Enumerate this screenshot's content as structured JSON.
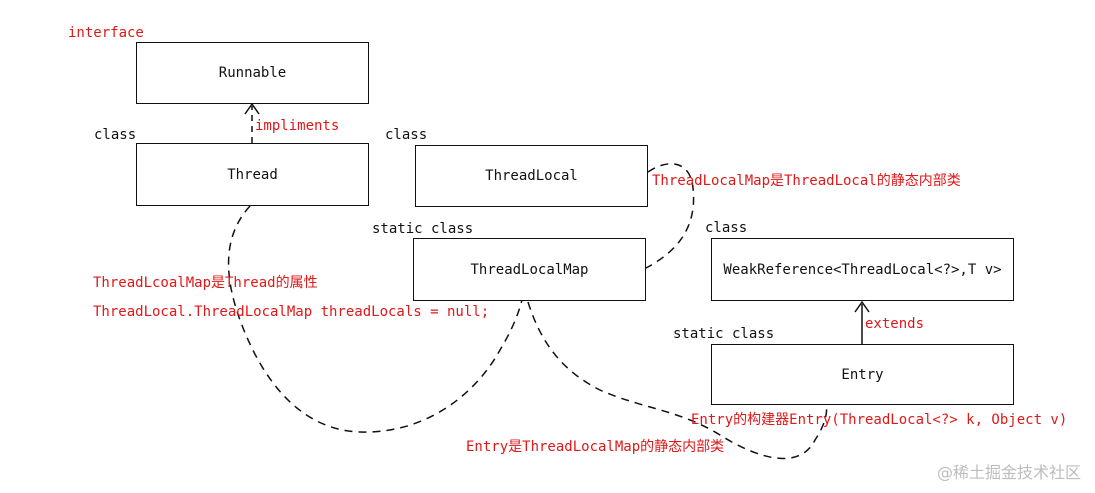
{
  "boxes": {
    "runnable": "Runnable",
    "thread": "Thread",
    "threadlocal": "ThreadLocal",
    "threadlocalmap": "ThreadLocalMap",
    "weakref": "WeakReference<ThreadLocal<?>,T v>",
    "entry": "Entry"
  },
  "stereotypes": {
    "runnable": "interface",
    "thread": "class",
    "threadlocal": "class",
    "threadlocalmap": "static class",
    "weakref": "class",
    "entry": "static class"
  },
  "relations": {
    "implements": "impliments",
    "extends": "extends"
  },
  "notes": {
    "map_inner_of_threadlocal": "ThreadLocalMap是ThreadLocal的静态内部类",
    "thread_attr": "ThreadLcoalMap是Thread的属性",
    "thread_attr_code": "ThreadLocal.ThreadLocalMap threadLocals = null;",
    "entry_constructor": "Entry的构建器Entry(ThreadLocal<?> k, Object v)",
    "entry_inner_of_map": "Entry是ThreadLocalMap的静态内部类"
  },
  "watermark": "@稀土掘金技术社区"
}
